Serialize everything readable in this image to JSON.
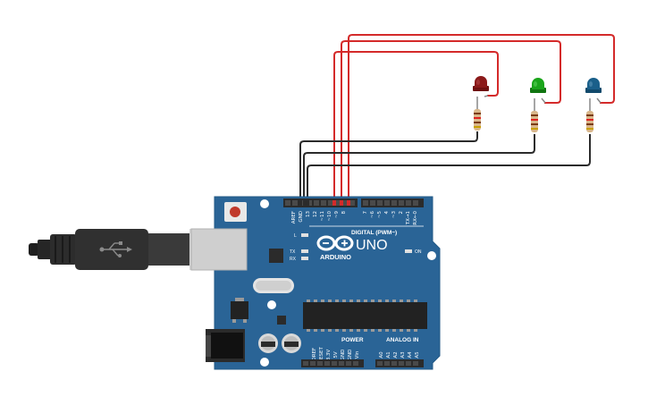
{
  "board": {
    "model": "UNO",
    "brand": "ARDUINO",
    "digital_header_label": "DIGITAL (PWM~)",
    "power_label": "POWER",
    "analog_label": "ANALOG IN",
    "on_label": "ON",
    "led_l_label": "L",
    "tx_label": "TX",
    "rx_label": "RX",
    "digital_pins": [
      "AREF",
      "GND",
      "13",
      "12",
      "~11",
      "~10",
      "~9",
      "8",
      "7",
      "~6",
      "~5",
      "4",
      "~3",
      "2",
      "TX→1",
      "RX←0"
    ],
    "power_pins": [
      "IOREF",
      "RESET",
      "3.3V",
      "5V",
      "GND",
      "GND",
      "Vin"
    ],
    "analog_pins": [
      "A0",
      "A1",
      "A2",
      "A3",
      "A4",
      "A5"
    ]
  },
  "components": {
    "leds": [
      {
        "name": "red-led",
        "color": "#8b1a1a"
      },
      {
        "name": "green-led",
        "color": "#1aa51a"
      },
      {
        "name": "blue-led",
        "color": "#1a5f8a"
      }
    ],
    "board_color": "#2a6496",
    "wire_signal_color": "#d42a2a",
    "wire_ground_color": "#2b2b2b"
  }
}
